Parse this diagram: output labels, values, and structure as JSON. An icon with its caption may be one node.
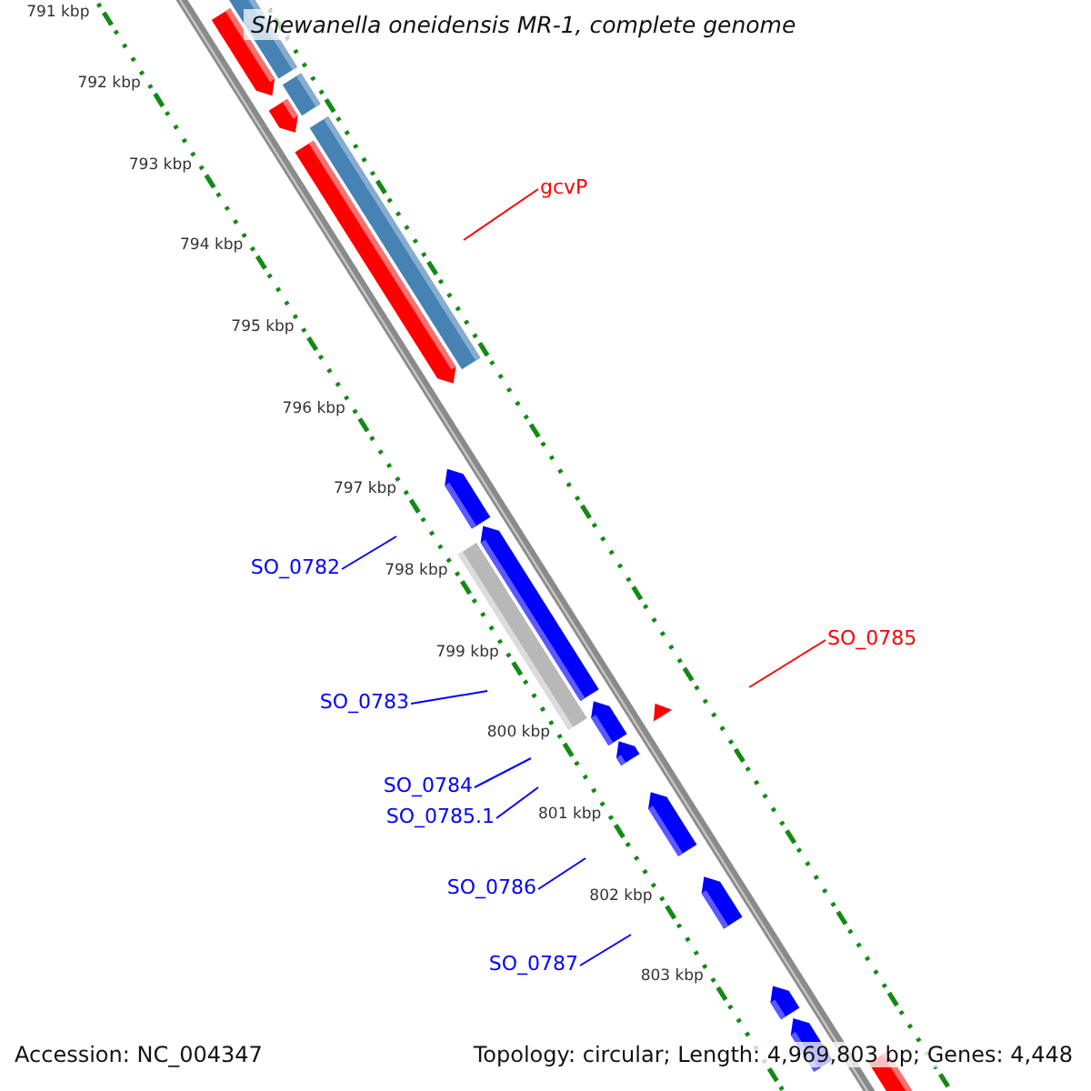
{
  "diagram": {
    "title": "Shewanella oneidensis MR-1, complete genome",
    "nodes": [
      {
        "text": [
          "gcvP"
        ]
      },
      {
        "text": [
          "SO_0782"
        ]
      },
      {
        "text": [
          "SO_0785"
        ]
      },
      {
        "text": [
          "SO_0783"
        ]
      },
      {
        "text": [
          "SO_0784"
        ]
      },
      {
        "text": [
          "SO_0785.1"
        ]
      },
      {
        "text": [
          "SO_0786"
        ]
      },
      {
        "text": [
          "SO_0787"
        ]
      }
    ],
    "edges": [
      {
        "from": 0,
        "to": null,
        "arrow": "none",
        "color": "#ff0000"
      },
      {
        "from": 1,
        "to": null,
        "arrow": "none"
      },
      {
        "from": 2,
        "to": null,
        "arrow": "none",
        "color": "#ff0000"
      },
      {
        "from": 3,
        "to": null,
        "arrow": "none"
      },
      {
        "from": 4,
        "to": null,
        "arrow": "none"
      },
      {
        "from": 5,
        "to": null,
        "arrow": "none"
      },
      {
        "from": 6,
        "to": null,
        "arrow": "none"
      },
      {
        "from": 7,
        "to": null,
        "arrow": "none"
      }
    ],
    "labels": [
      "791 kbp",
      "792 kbp",
      "793 kbp",
      "794 kbp",
      "795 kbp",
      "796 kbp",
      "797 kbp",
      "798 kbp",
      "799 kbp",
      "800 kbp",
      "801 kbp",
      "802 kbp",
      "803 kbp",
      "Accession: NC_004347",
      "Topology: circular; Length: 4,969,803 bp; Genes: 4,448"
    ]
  }
}
